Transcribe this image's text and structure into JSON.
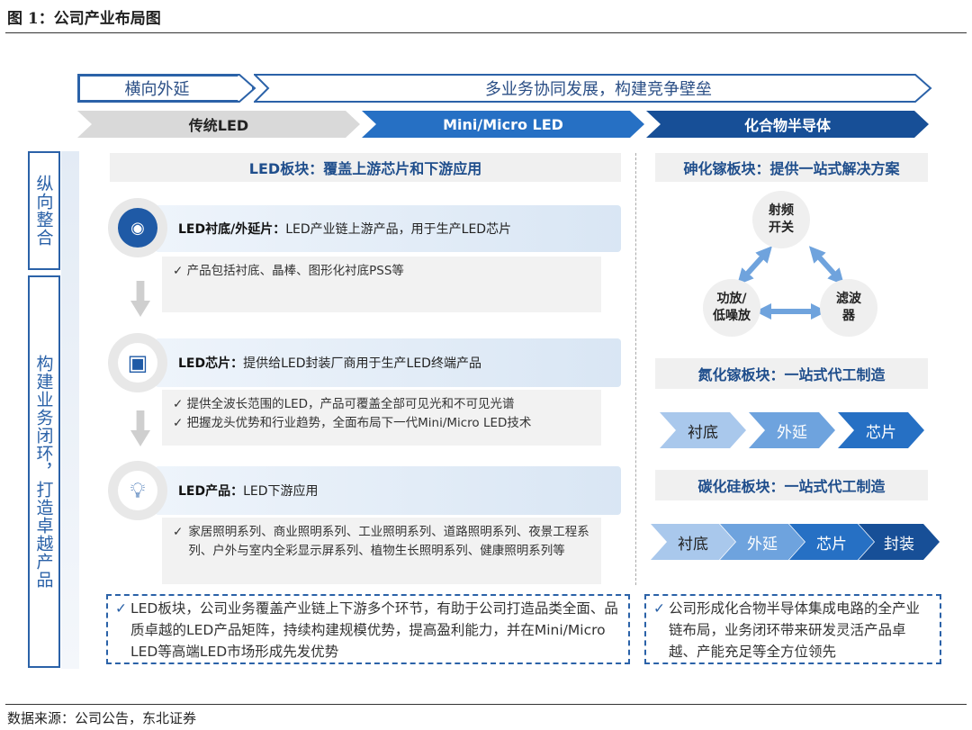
{
  "figure_title": "图 1：公司产业布局图",
  "top_row": {
    "left": "横向外延",
    "right": "多业务协同发展，构建竞争壁垒"
  },
  "stages": [
    "传统LED",
    "Mini/Micro LED",
    "化合物半导体"
  ],
  "left_labels": {
    "top": "纵向整合",
    "bottom": "构建业务闭环，打造卓越产品"
  },
  "led": {
    "header": "LED板块：覆盖上游芯片和下游应用",
    "items": [
      {
        "title": "LED衬底/外延片：",
        "desc": "LED产业链上游产品，用于生产LED芯片",
        "icon": "disc-icon",
        "details": [
          "产品包括衬底、晶棒、图形化衬底PSS等"
        ]
      },
      {
        "title": "LED芯片：",
        "desc": "提供给LED封装厂商用于生产LED终端产品",
        "icon": "chip-icon",
        "details": [
          "提供全波长范围的LED，产品可覆盖全部可见光和不可见光谱",
          "把握龙头优势和行业趋势，全面布局下一代Mini/Micro LED技术"
        ]
      },
      {
        "title": "LED产品：",
        "desc": "LED下游应用",
        "icon": "bulb-icon",
        "details": [
          "家居照明系列、商业照明系列、工业照明系列、道路照明系列、夜景工程系列、户外与室内全彩显示屏系列、植物生长照明系列、健康照明系列等"
        ]
      }
    ],
    "summary": "LED板块，公司业务覆盖产业链上下游多个环节，有助于公司打造品类全面、品质卓越的LED产品矩阵，持续构建规模优势，提高盈利能力，并在Mini/Micro LED等高端LED市场形成先发优势"
  },
  "gaas": {
    "header": "砷化镓板块：提供一站式解决方案",
    "nodes": [
      "射频开关",
      "功放/低噪放",
      "滤波器"
    ]
  },
  "gan": {
    "header": "氮化镓板块：一站式代工制造",
    "steps": [
      "衬底",
      "外延",
      "芯片"
    ]
  },
  "sic": {
    "header": "碳化硅板块：一站式代工制造",
    "steps": [
      "衬底",
      "外延",
      "芯片",
      "封装"
    ]
  },
  "right_summary": "公司形成化合物半导体集成电路的全产业链布局，业务闭环带来研发灵活产品卓越、产能充足等全方位领先",
  "check": "✓",
  "source": "数据来源：公司公告，东北证券"
}
